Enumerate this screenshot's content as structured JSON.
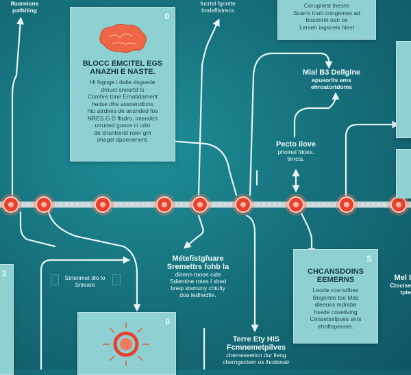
{
  "top_left_label": [
    "Ifuarnions",
    "pathiting"
  ],
  "top_center_label": [
    "fucrtel fgnntte",
    "bodeflistrecs"
  ],
  "panel_1": {
    "number": "0",
    "title": [
      "BLOCC EMCITEL EGS",
      "ANAZHI E NASTE."
    ],
    "body": [
      "Hi fsgoge i daile dsgsede",
      "drouct snourtd ts",
      "Comhre tone Ernatidament",
      "hedse dhe assnendtons",
      "htu atrdires de ansnded fos",
      "NRES G D ffadro, interaitrs",
      "nrrutted gooce ci cdin",
      "de chuntrerid neer gm",
      "ohegel dpeenenent."
    ]
  },
  "panel_top_right": {
    "body": [
      "Corugnest lnesns",
      "Scarre tnart congemes ad",
      "bosonret oan os",
      "Lersen iagsneis hlest"
    ]
  },
  "mid_right_label": {
    "title": [
      "Mial B3 Dellgine"
    ],
    "body": [
      "epueorlts ems",
      "ehroatortdoms"
    ]
  },
  "proto_label": {
    "title": [
      "Pecto ilove"
    ],
    "body": [
      "phoinel fdoes.",
      "tinrcts."
    ]
  },
  "center_label": {
    "title": [
      "Métefistgfuare",
      "Sremettrs fohb la"
    ],
    "body": [
      "diirenn toooe cide",
      "Sdientine rotes I shed",
      "bnep stsmuny chtulty",
      "doa ledhedfie."
    ]
  },
  "small_label": [
    "Strlonmet dlo lo",
    "Snieare"
  ],
  "panel_bottom_right": {
    "number": "S",
    "title": [
      "CHCANSDOINS",
      "EEMERNS"
    ],
    "body": [
      "Leode cosmdibes",
      "Bngemte toe Mds",
      "dleeuirs mdrabe",
      "hsede coseitving",
      "Censetsefpues sers",
      "ehnftepeores."
    ]
  },
  "bottom_center_label": {
    "title": [
      "Terre Ety HIS",
      "Fcmnemetpilves"
    ],
    "body": [
      "chemeseeticn dur lieng",
      "cherngectem os lhodsnatr"
    ]
  },
  "right_edge_label": [
    "Mel I",
    "Ctocise",
    "tpte"
  ],
  "panel_bottom_center": {
    "number": "0"
  },
  "panel_left_edge": {
    "number": "3"
  },
  "colors": {
    "background": "#16727d",
    "panel": "#8fd1d3",
    "node": "#e8412f",
    "timeline": "#c9d7db"
  }
}
